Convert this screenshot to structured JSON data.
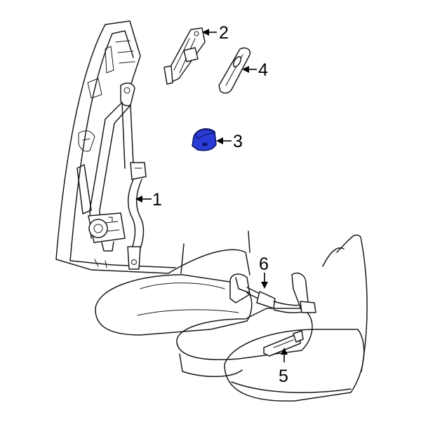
{
  "diagram": {
    "highlight_color": "#2a3bd6",
    "callouts": [
      {
        "number": "1"
      },
      {
        "number": "2"
      },
      {
        "number": "3"
      },
      {
        "number": "4"
      },
      {
        "number": "5"
      },
      {
        "number": "6"
      }
    ]
  }
}
